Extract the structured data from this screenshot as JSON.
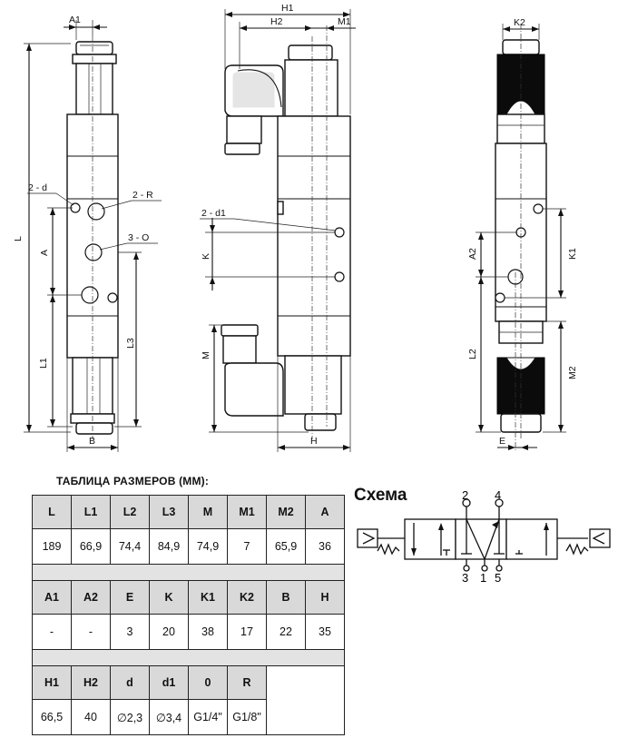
{
  "drawing": {
    "labels": {
      "A1": "A1",
      "L": "L",
      "L1": "L1",
      "A": "A",
      "L3": "L3",
      "B": "B",
      "d2": "2 - d",
      "R2": "2 - R",
      "O3": "3 - O",
      "H1": "H1",
      "H2": "H2",
      "M1": "M1",
      "d1_2": "2 - d1",
      "K": "K",
      "M": "M",
      "H": "H",
      "K2": "K2",
      "K1": "K1",
      "A2": "A2",
      "L2": "L2",
      "M2": "M2",
      "E": "E"
    }
  },
  "table": {
    "title": "ТАБЛИЦА РАЗМЕРОВ (ММ):",
    "groups": [
      {
        "headers": [
          "L",
          "L1",
          "L2",
          "L3",
          "M",
          "M1",
          "M2",
          "A"
        ],
        "values": [
          "189",
          "66,9",
          "74,4",
          "84,9",
          "74,9",
          "7",
          "65,9",
          "36"
        ]
      },
      {
        "headers": [
          "A1",
          "A2",
          "E",
          "K",
          "K1",
          "K2",
          "B",
          "H"
        ],
        "values": [
          "-",
          "-",
          "3",
          "20",
          "38",
          "17",
          "22",
          "35"
        ]
      },
      {
        "headers": [
          "H1",
          "H2",
          "d",
          "d1",
          "0",
          "R"
        ],
        "values": [
          "66,5",
          "40",
          "∅2,3",
          "∅3,4",
          "G1/4\"",
          "G1/8\""
        ]
      }
    ]
  },
  "schema": {
    "title": "Схема",
    "ports": {
      "p2": "2",
      "p4": "4",
      "p3": "3",
      "p1": "1",
      "p5": "5"
    }
  }
}
